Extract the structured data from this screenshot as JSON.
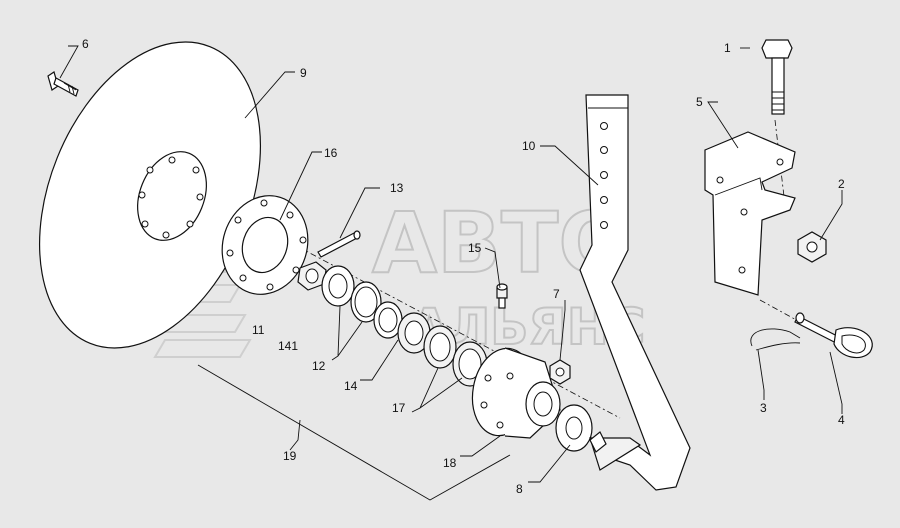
{
  "labels": {
    "l1": "1",
    "l2": "2",
    "l3": "3",
    "l4": "4",
    "l5": "5",
    "l6": "6",
    "l7": "7",
    "l8": "8",
    "l9": "9",
    "l10": "10",
    "l11": "11",
    "l12": "12",
    "l13": "13",
    "l14": "14",
    "l141": "141",
    "l15": "15",
    "l16": "16",
    "l17": "17",
    "l18": "18",
    "l19": "19"
  },
  "watermark": {
    "line1": "АВТО",
    "line2": "АЛЬЯНС"
  }
}
